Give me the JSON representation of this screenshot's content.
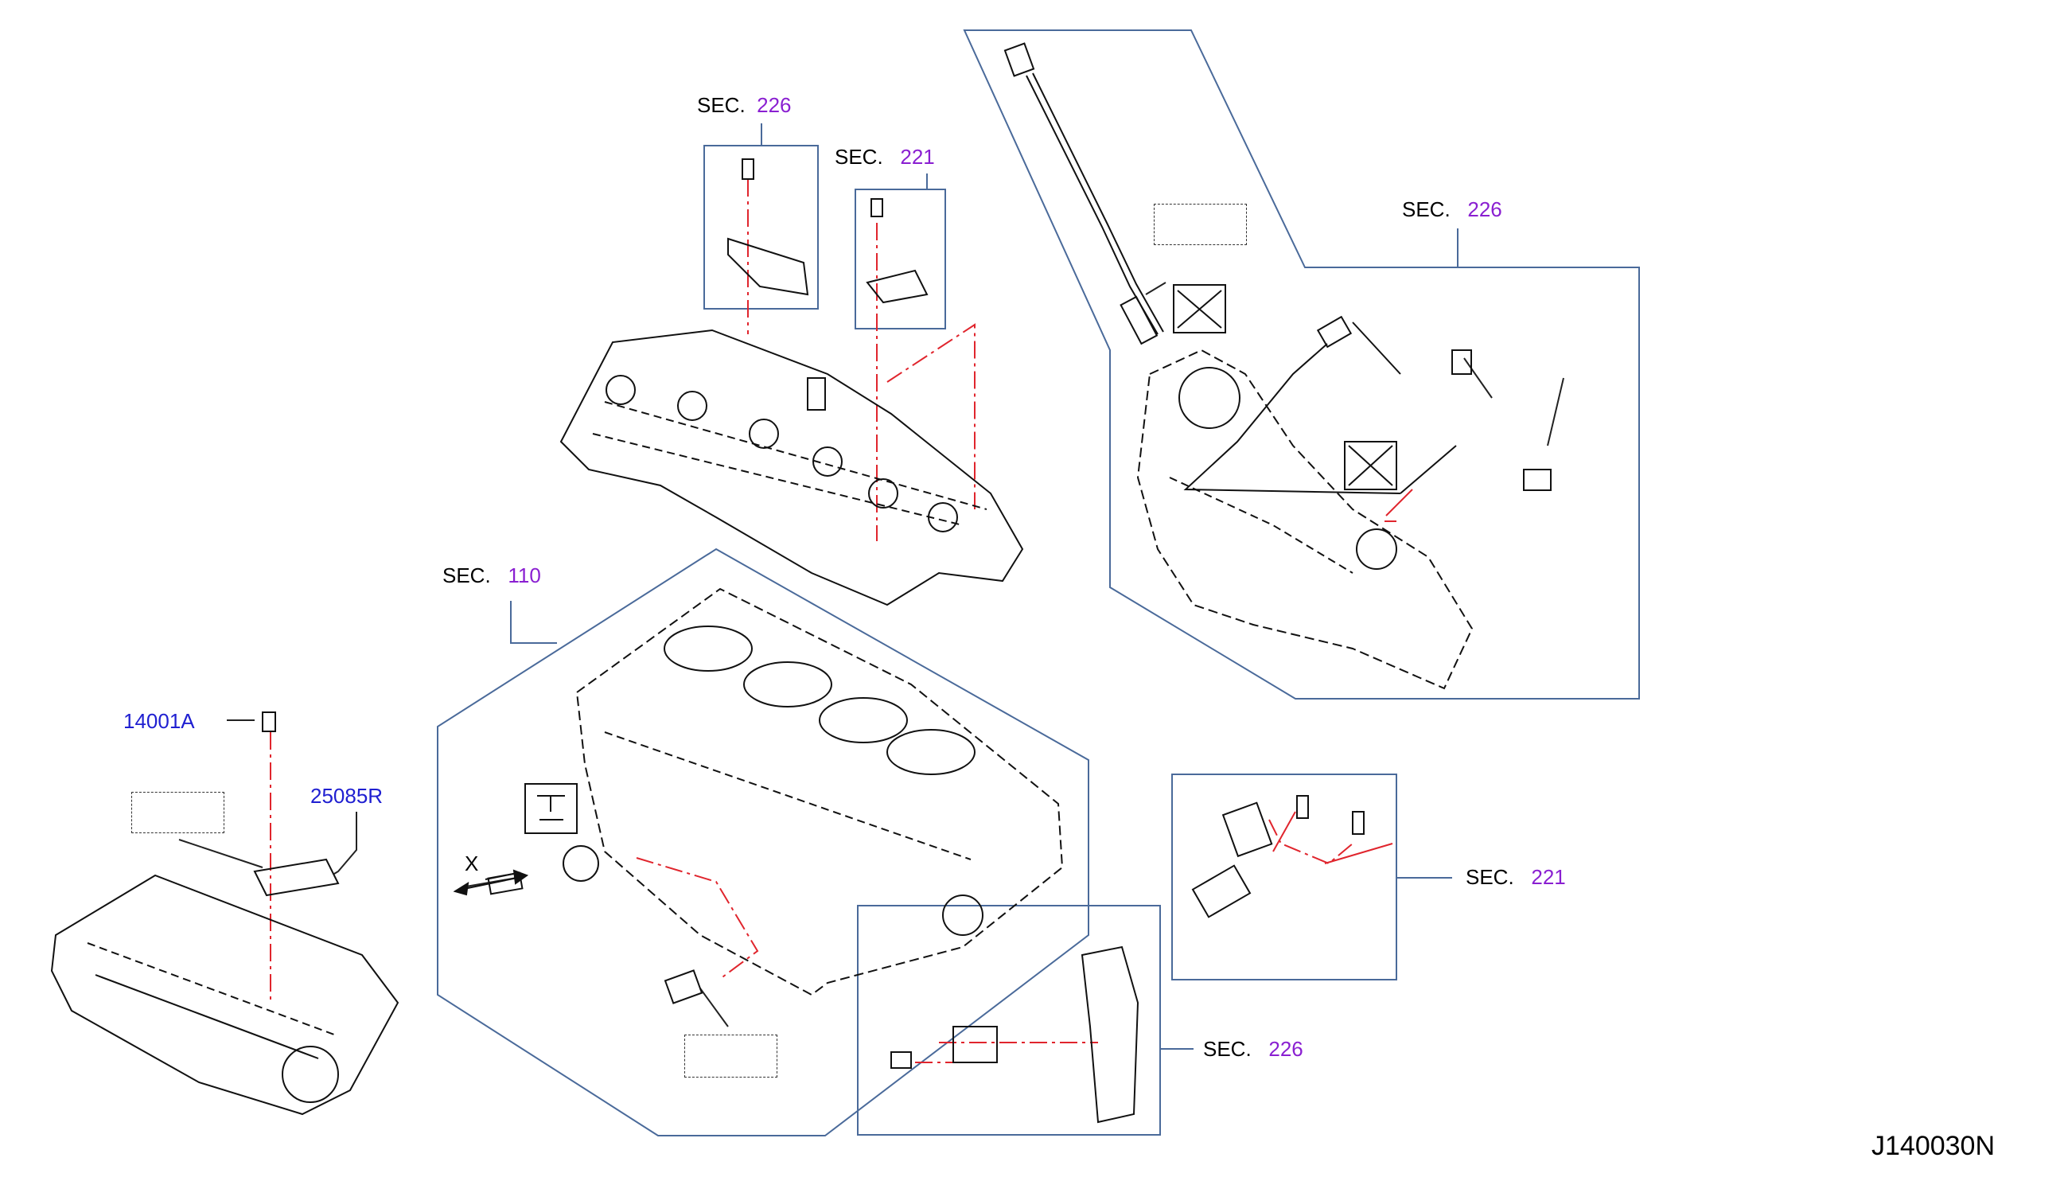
{
  "sec_prefix": "SEC.",
  "sections": {
    "sec_226_top": "226",
    "sec_221_top": "221",
    "sec_226_right": "226",
    "sec_110": "110",
    "sec_221_right": "221",
    "sec_226_bottom": "226"
  },
  "parts": {
    "p1": "14001A",
    "p2": "25085R"
  },
  "marks": {
    "x_mark": "X"
  },
  "diagram_id": "J140030N",
  "colors": {
    "callout_blue": "#1f1fd1",
    "section_purple": "#8a1fd1",
    "frame_blue": "#4a6a9a",
    "leader_red": "#e0252d",
    "line_black": "#222222"
  }
}
